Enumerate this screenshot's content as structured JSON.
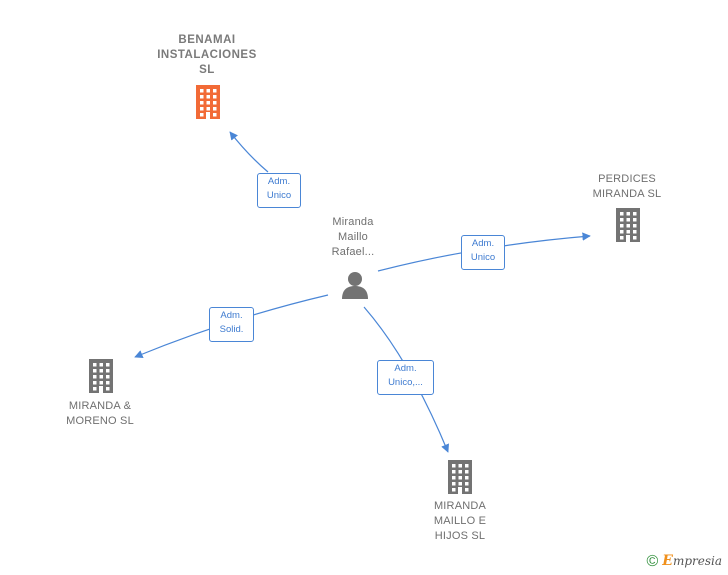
{
  "diagram": {
    "center_person": {
      "label": "Miranda\nMaillo\nRafael...",
      "icon": "person-icon"
    },
    "companies": [
      {
        "id": "benamai",
        "label": "BENAMAI\nINSTALACIONES\nSL",
        "color": "#f26a36",
        "highlight": true,
        "icon": "building-icon"
      },
      {
        "id": "perdices",
        "label": "PERDICES\nMIRANDA  SL",
        "color": "#737373",
        "highlight": false,
        "icon": "building-icon"
      },
      {
        "id": "moreno",
        "label": "MIRANDA &\nMORENO  SL",
        "color": "#737373",
        "highlight": false,
        "icon": "building-icon"
      },
      {
        "id": "hijos",
        "label": "MIRANDA\nMAILLO E\nHIJOS  SL",
        "color": "#737373",
        "highlight": false,
        "icon": "building-icon"
      }
    ],
    "relations": [
      {
        "to": "benamai",
        "label": "Adm.\nUnico"
      },
      {
        "to": "perdices",
        "label": "Adm.\nUnico"
      },
      {
        "to": "moreno",
        "label": "Adm.\nSolid."
      },
      {
        "to": "hijos",
        "label": "Adm.\nUnico,..."
      }
    ],
    "edge_color": "#4a86d6"
  },
  "footer": {
    "copyright_symbol": "©",
    "brand_initial": "E",
    "brand_rest": "mpresia"
  }
}
